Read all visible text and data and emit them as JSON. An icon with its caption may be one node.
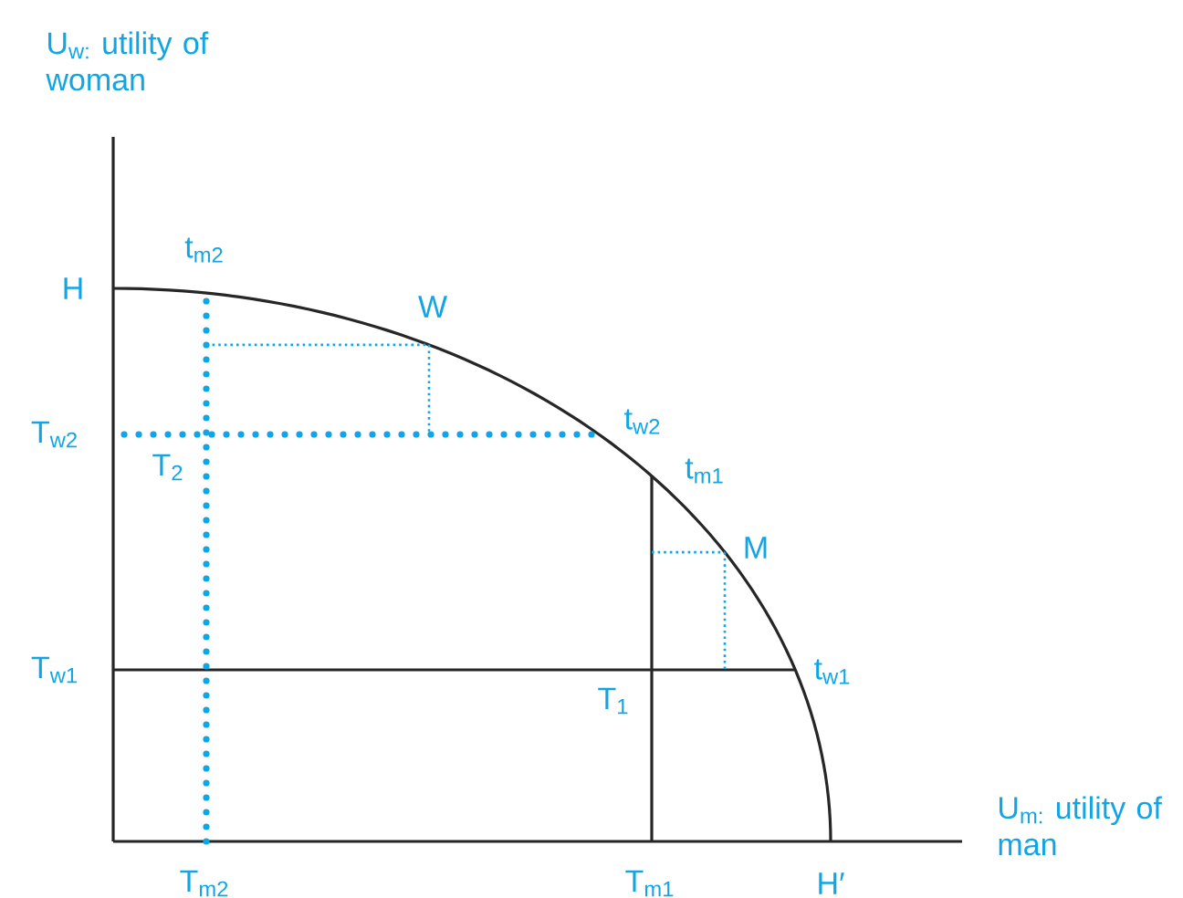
{
  "diagram": {
    "labels": [
      "U$_{w:}$ utility of woman",
      "H",
      "t$_{m2}$",
      "W",
      "T$_{w2}$",
      "T$_{2}$",
      "t$_{w2}$",
      "t$_{m1}$",
      "M",
      "T$_{w1}$",
      "t$_{w1}$",
      "T$_{1}$",
      "U$_{m:}$ utility of man",
      "T$_{m2}$",
      "T$_{m1}$",
      "H′"
    ]
  }
}
